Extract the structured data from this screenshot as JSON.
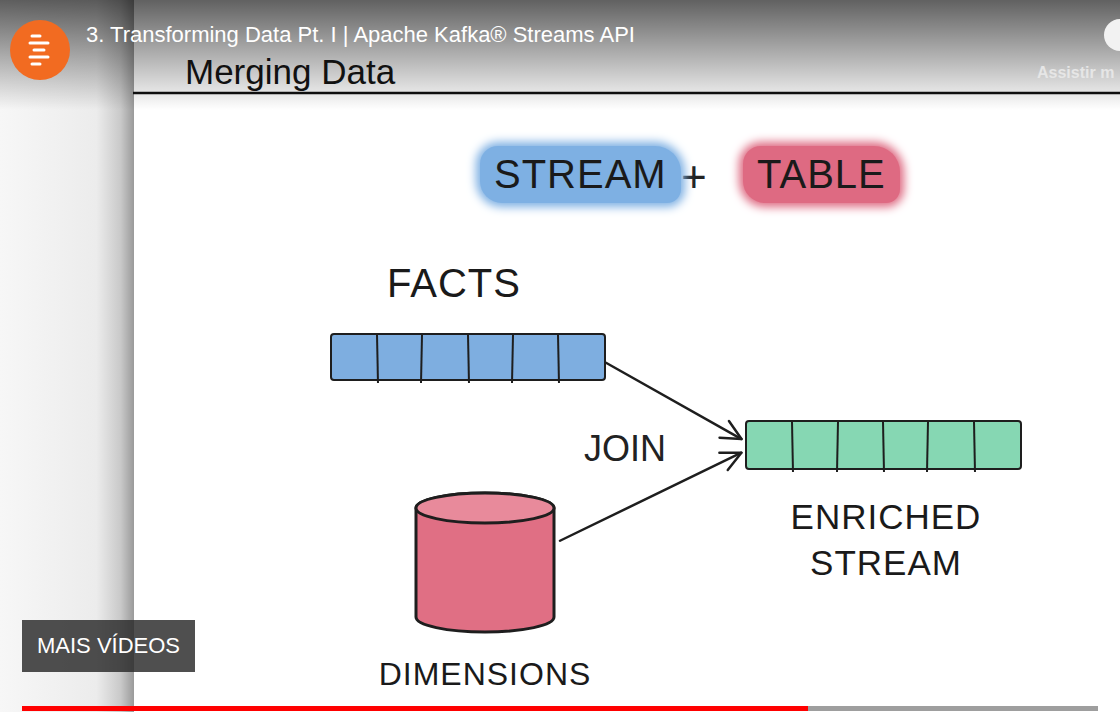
{
  "diagram": {
    "title": "Merging Data",
    "nodes": [
      {
        "text": [
          "STREAM"
        ]
      },
      {
        "text": [
          "TABLE"
        ]
      },
      {
        "text": [
          "FACTS"
        ]
      },
      {
        "text": [
          "ENRICHED STREAM"
        ]
      },
      {
        "text": [
          "DIMENSIONS"
        ]
      }
    ],
    "edges": [
      {
        "from": 2,
        "to": 3,
        "arrow": "to"
      },
      {
        "from": 4,
        "to": 3,
        "arrow": "to"
      }
    ],
    "labels": [
      "3. Transforming Data Pt. I | Apache Kafka® Streams API",
      "Assistir m",
      "+",
      "JOIN",
      "MAIS VÍDEOS"
    ]
  }
}
